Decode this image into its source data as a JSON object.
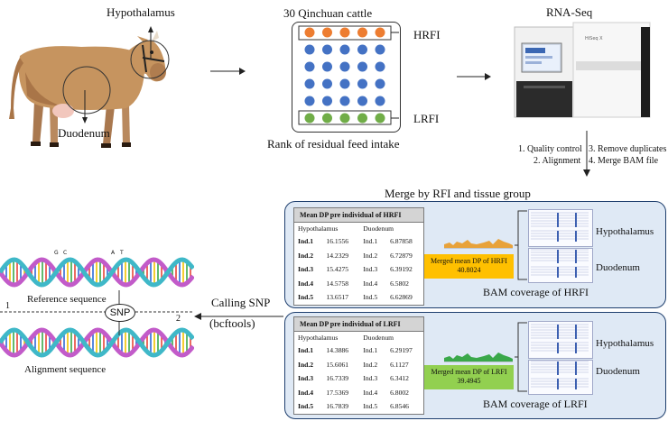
{
  "labels": {
    "hypothalamus_top": "Hypothalamus",
    "duodenum_cow": "Duodenum",
    "cattle_title": "30 Qinchuan cattle",
    "hrfi": "HRFI",
    "lrfi": "LRFI",
    "rank": "Rank of residual feed intake",
    "rnaseq": "RNA-Seq",
    "step1": "1. Quality control",
    "step2": "2. Alignment",
    "step3": "3. Remove duplicates",
    "step4": "4. Merge BAM file",
    "merge_title": "Merge by RFI and tissue group",
    "calling_snp": "Calling SNP",
    "bcftools": "(bcftools)",
    "ref_seq": "Reference sequence",
    "align_seq": "Alignment sequence",
    "snp": "SNP",
    "num1": "1",
    "num2": "2",
    "ref_bases": [
      "G",
      "C",
      "A",
      "T"
    ],
    "machine_brand": "HiSeq X"
  },
  "hrfi_panel": {
    "table_title": "Mean DP pre individual of HRFI",
    "col1": "Hypothalamus",
    "col2": "Duodenum",
    "rows": [
      {
        "ind": "Ind.1",
        "hyp": "16.1556",
        "ind2": "Ind.1",
        "duo": "6.87858"
      },
      {
        "ind": "Ind.2",
        "hyp": "14.2329",
        "ind2": "Ind.2",
        "duo": "6.72879"
      },
      {
        "ind": "Ind.3",
        "hyp": "15.4275",
        "ind2": "Ind.3",
        "duo": "6.39192"
      },
      {
        "ind": "Ind.4",
        "hyp": "14.5758",
        "ind2": "Ind.4",
        "duo": "6.5802"
      },
      {
        "ind": "Ind.5",
        "hyp": "13.6517",
        "ind2": "Ind.5",
        "duo": "6.62869"
      }
    ],
    "merged_label": "Merged mean DP of HRFI",
    "merged_value": "40.8024",
    "coverage_title": "BAM coverage of HRFI",
    "track1": "Hypothalamus",
    "track2": "Duodenum"
  },
  "lrfi_panel": {
    "table_title": "Mean DP pre individual of LRFI",
    "col1": "Hypothalamus",
    "col2": "Duodenum",
    "rows": [
      {
        "ind": "Ind.1",
        "hyp": "14.3886",
        "ind2": "Ind.1",
        "duo": "6.29197"
      },
      {
        "ind": "Ind.2",
        "hyp": "15.6061",
        "ind2": "Ind.2",
        "duo": "6.1127"
      },
      {
        "ind": "Ind.3",
        "hyp": "16.7339",
        "ind2": "Ind.3",
        "duo": "6.3412"
      },
      {
        "ind": "Ind.4",
        "hyp": "17.5369",
        "ind2": "Ind.4",
        "duo": "6.8002"
      },
      {
        "ind": "Ind.5",
        "hyp": "16.7839",
        "ind2": "Ind.5",
        "duo": "6.8546"
      }
    ],
    "merged_label": "Merged mean DP of LRFI",
    "merged_value": "39.4945",
    "coverage_title": "BAM coverage of LRFI",
    "track1": "Hypothalamus",
    "track2": "Duodenum"
  },
  "colors": {
    "orange_dot": "#ed7d31",
    "blue_dot": "#4472c4",
    "green_dot": "#70ad47",
    "hrfi_box": "#ffc000",
    "lrfi_box": "#92d050",
    "panel_bg": "#dfe9f5",
    "panel_border": "#1f3f6e"
  }
}
